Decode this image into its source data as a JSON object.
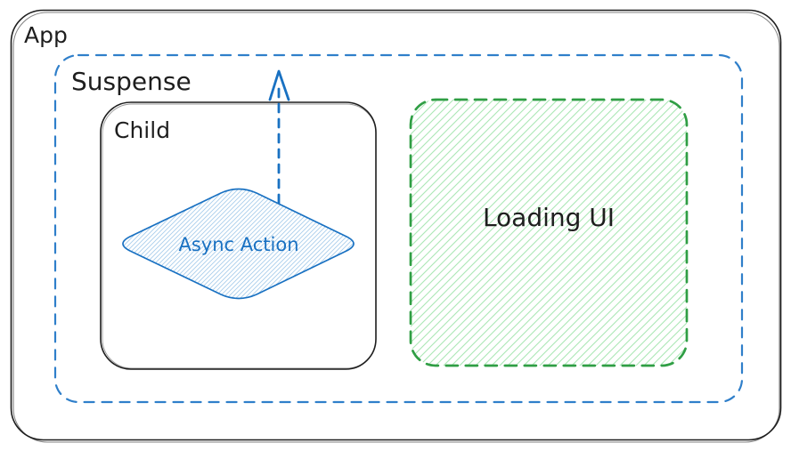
{
  "diagram": {
    "title": "React Suspense flow diagram",
    "background": "#ffffff",
    "nodes": {
      "app": {
        "label": "App",
        "shape": "rounded-rect",
        "stroke": "#1e1e1e",
        "stroke_style": "solid",
        "fill": "none"
      },
      "suspense": {
        "label": "Suspense",
        "shape": "rounded-rect",
        "stroke": "#2f7fca",
        "stroke_style": "dashed",
        "fill": "none"
      },
      "child": {
        "label": "Child",
        "shape": "rounded-rect",
        "stroke": "#1e1e1e",
        "stroke_style": "solid",
        "fill": "none"
      },
      "async_action": {
        "label": "Async Action",
        "shape": "diamond",
        "stroke": "#1971c2",
        "stroke_style": "solid",
        "fill": "hatch-blue"
      },
      "loading_ui": {
        "label": "Loading UI",
        "shape": "rounded-rect",
        "stroke": "#2f9e44",
        "stroke_style": "dashed",
        "fill": "hatch-green"
      }
    },
    "edges": [
      {
        "from": "async_action",
        "to": "suspense",
        "style": "dashed",
        "arrowhead": "up",
        "color": "#1971c2"
      }
    ],
    "colors": {
      "ink": "#1e1e1e",
      "blue": "#1971c2",
      "blue_dash": "#2f7fca",
      "blue_hatch": "#a8cdeb",
      "green": "#2f9e44",
      "green_hatch": "#abe7b5"
    }
  }
}
